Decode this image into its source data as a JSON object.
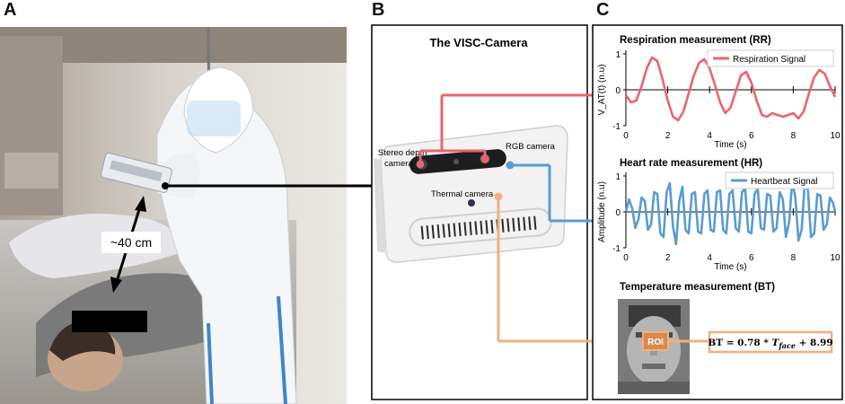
{
  "panels": {
    "a": {
      "letter": "A",
      "distance_label": "~40 cm"
    },
    "b": {
      "letter": "B",
      "title": "The VISC-Camera",
      "labels": {
        "stereo_line1": "Stereo depth",
        "stereo_line2": "camera",
        "rgb": "RGB camera",
        "thermal": "Thermal camera"
      }
    },
    "c": {
      "letter": "C",
      "temperature_title": "Temperature measurement  (BT)",
      "roi_label": "ROI",
      "formula": {
        "prefix": "BT = 0.78 * ",
        "var": "T",
        "sub": "face",
        "suffix": " + 8.99"
      }
    }
  },
  "colors": {
    "respiration": "#e8666b",
    "heartbeat": "#5b9bd1",
    "thermal": "#f2b07e",
    "black_line": "#000000"
  },
  "chart_data": [
    {
      "type": "line",
      "title": "Respiration measurement (RR)",
      "xlabel": "Time (s)",
      "ylabel": "V_AT(t) (n.u)",
      "xlim": [
        0,
        10
      ],
      "ylim": [
        -1,
        1
      ],
      "xticks": [
        0,
        2,
        4,
        6,
        8,
        10
      ],
      "yticks": [
        1,
        0,
        -1
      ],
      "legend": "top-right",
      "series": [
        {
          "name": "Respiration Signal",
          "x": [
            0,
            0.25,
            0.5,
            0.75,
            1.0,
            1.25,
            1.5,
            1.75,
            2.0,
            2.25,
            2.5,
            2.75,
            3.0,
            3.25,
            3.5,
            3.75,
            4.0,
            4.25,
            4.5,
            4.75,
            5.0,
            5.25,
            5.5,
            5.75,
            6.0,
            6.25,
            6.5,
            6.75,
            7.0,
            7.25,
            7.5,
            7.75,
            8.0,
            8.25,
            8.5,
            8.75,
            9.0,
            9.25,
            9.5,
            9.75,
            10.0
          ],
          "values": [
            -0.15,
            -0.35,
            -0.3,
            0.1,
            0.6,
            0.9,
            0.8,
            0.3,
            -0.3,
            -0.75,
            -0.85,
            -0.6,
            -0.1,
            0.4,
            0.75,
            0.85,
            0.6,
            0.15,
            -0.35,
            -0.65,
            -0.5,
            -0.05,
            0.4,
            0.5,
            0.2,
            -0.3,
            -0.7,
            -0.75,
            -0.65,
            -0.7,
            -0.75,
            -0.7,
            -0.65,
            -0.8,
            -0.6,
            -0.1,
            0.35,
            0.55,
            0.45,
            0.1,
            -0.2
          ]
        }
      ]
    },
    {
      "type": "line",
      "title": "Heart rate measurement (HR)",
      "xlabel": "Time (s)",
      "ylabel": "Amplitude (n.u)",
      "xlim": [
        0,
        10
      ],
      "ylim": [
        -1,
        1
      ],
      "xticks": [
        0,
        2,
        4,
        6,
        8,
        10
      ],
      "yticks": [
        1,
        0,
        -1
      ],
      "legend": "top-right",
      "series": [
        {
          "name": "Heartbeat Signal",
          "x": [
            0,
            0.15,
            0.3,
            0.45,
            0.6,
            0.75,
            0.9,
            1.05,
            1.2,
            1.35,
            1.5,
            1.65,
            1.8,
            1.95,
            2.1,
            2.25,
            2.4,
            2.55,
            2.7,
            2.85,
            3.0,
            3.15,
            3.3,
            3.45,
            3.6,
            3.75,
            3.9,
            4.05,
            4.2,
            4.35,
            4.5,
            4.65,
            4.8,
            4.95,
            5.1,
            5.25,
            5.4,
            5.55,
            5.7,
            5.85,
            6.0,
            6.15,
            6.3,
            6.45,
            6.6,
            6.75,
            6.9,
            7.05,
            7.2,
            7.35,
            7.5,
            7.65,
            7.8,
            7.95,
            8.1,
            8.25,
            8.4,
            8.55,
            8.7,
            8.85,
            9.0,
            9.15,
            9.3,
            9.45,
            9.6,
            9.75,
            9.9,
            10.0
          ],
          "values": [
            0.0,
            0.35,
            0.1,
            -0.45,
            -0.2,
            0.4,
            0.3,
            -0.5,
            -0.35,
            0.55,
            0.5,
            -0.6,
            -0.7,
            0.55,
            0.8,
            -0.4,
            -0.9,
            0.3,
            0.7,
            -0.5,
            -0.6,
            0.5,
            0.55,
            -0.55,
            -0.6,
            0.5,
            0.6,
            -0.5,
            -0.55,
            0.55,
            0.6,
            -0.5,
            -0.6,
            0.5,
            0.6,
            -0.45,
            -0.55,
            0.55,
            0.65,
            -0.55,
            -0.6,
            0.5,
            0.65,
            -0.45,
            -0.5,
            0.5,
            0.45,
            -0.55,
            -0.45,
            0.55,
            0.35,
            -0.7,
            -0.3,
            0.85,
            0.4,
            -0.8,
            -0.5,
            0.8,
            0.6,
            -0.7,
            -0.6,
            0.5,
            0.45,
            -0.5,
            -0.35,
            0.4,
            0.25,
            0.0
          ]
        }
      ]
    }
  ]
}
